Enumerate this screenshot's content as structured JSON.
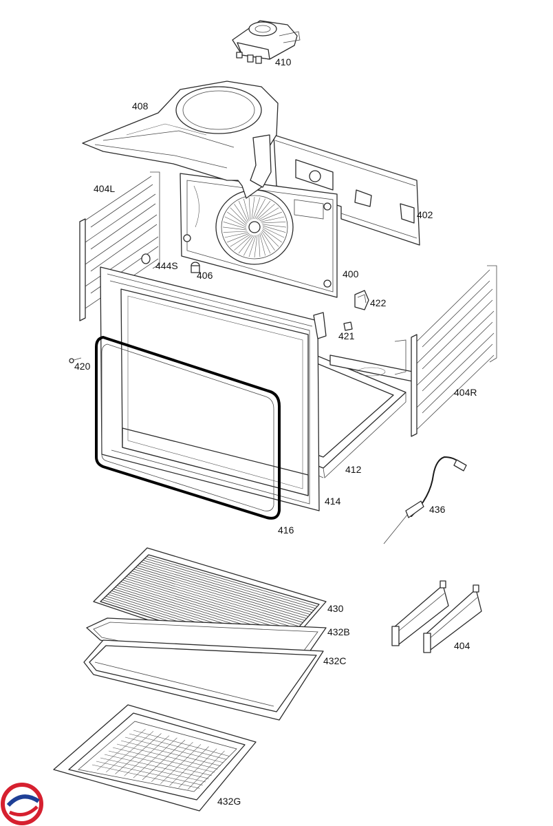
{
  "callouts": {
    "p410": "410",
    "p408": "408",
    "p404L": "404L",
    "p402": "402",
    "p444S": "444S",
    "p406": "406",
    "p400": "400",
    "p422": "422",
    "p421": "421",
    "p420": "420",
    "p404R": "404R",
    "p412": "412",
    "p414": "414",
    "p436": "436",
    "p416": "416",
    "p430": "430",
    "p432B": "432B",
    "p432C": "432C",
    "p404": "404",
    "p432G": "432G"
  },
  "colors": {
    "line": "#2a2a2a",
    "gasket": "#000000",
    "logo_red": "#d6202f",
    "logo_blue": "#1e3f96"
  },
  "logo_icon": "brand-swirl-logo"
}
